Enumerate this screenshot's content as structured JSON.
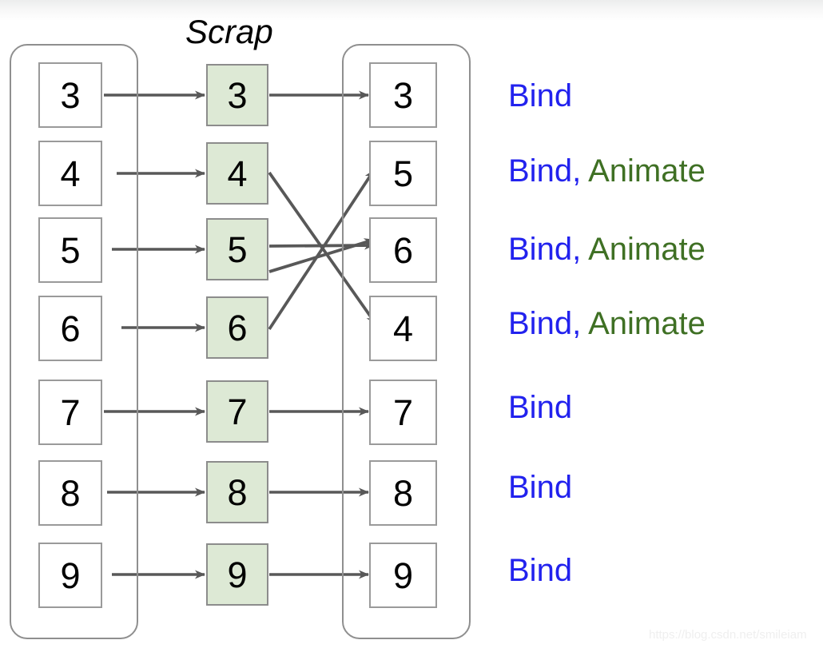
{
  "diagram": {
    "title": "Scrap",
    "colors": {
      "scrap_fill": "#dde9d5",
      "box_border": "#9a9a9a",
      "panel_border": "#8f8f8f",
      "arrow": "#585858",
      "bind": "#2222ee",
      "animate": "#3f7024"
    },
    "columns": {
      "left_label": "",
      "middle_label": "Scrap",
      "right_label": ""
    },
    "left_column": {
      "cells": [
        "3",
        "4",
        "5",
        "6",
        "7",
        "8",
        "9"
      ]
    },
    "scrap_column": {
      "cells": [
        "3",
        "4",
        "5",
        "6",
        "7",
        "8",
        "9"
      ]
    },
    "right_column": {
      "cells": [
        "3",
        "5",
        "6",
        "4",
        "7",
        "8",
        "9"
      ]
    },
    "operations": [
      {
        "bind": "Bind",
        "sep": "",
        "animate": ""
      },
      {
        "bind": "Bind",
        "sep": ", ",
        "animate": "Animate"
      },
      {
        "bind": "Bind",
        "sep": ", ",
        "animate": "Animate"
      },
      {
        "bind": "Bind",
        "sep": ", ",
        "animate": "Animate"
      },
      {
        "bind": "Bind",
        "sep": "",
        "animate": ""
      },
      {
        "bind": "Bind",
        "sep": "",
        "animate": ""
      },
      {
        "bind": "Bind",
        "sep": "",
        "animate": ""
      }
    ],
    "mappings": {
      "left_to_scrap": [
        {
          "from": "3",
          "to": "3"
        },
        {
          "from": "4",
          "to": "4"
        },
        {
          "from": "5",
          "to": "5"
        },
        {
          "from": "6",
          "to": "6"
        },
        {
          "from": "7",
          "to": "7"
        },
        {
          "from": "8",
          "to": "8"
        },
        {
          "from": "9",
          "to": "9"
        }
      ],
      "scrap_to_right": [
        {
          "from": "3",
          "to": "3"
        },
        {
          "from": "4",
          "to": "4"
        },
        {
          "from": "5",
          "to": "6"
        },
        {
          "from": "6",
          "to": "5"
        },
        {
          "from": "7",
          "to": "7"
        },
        {
          "from": "8",
          "to": "8"
        },
        {
          "from": "9",
          "to": "9"
        }
      ]
    },
    "watermark": "https://blog.csdn.net/smileiam"
  }
}
